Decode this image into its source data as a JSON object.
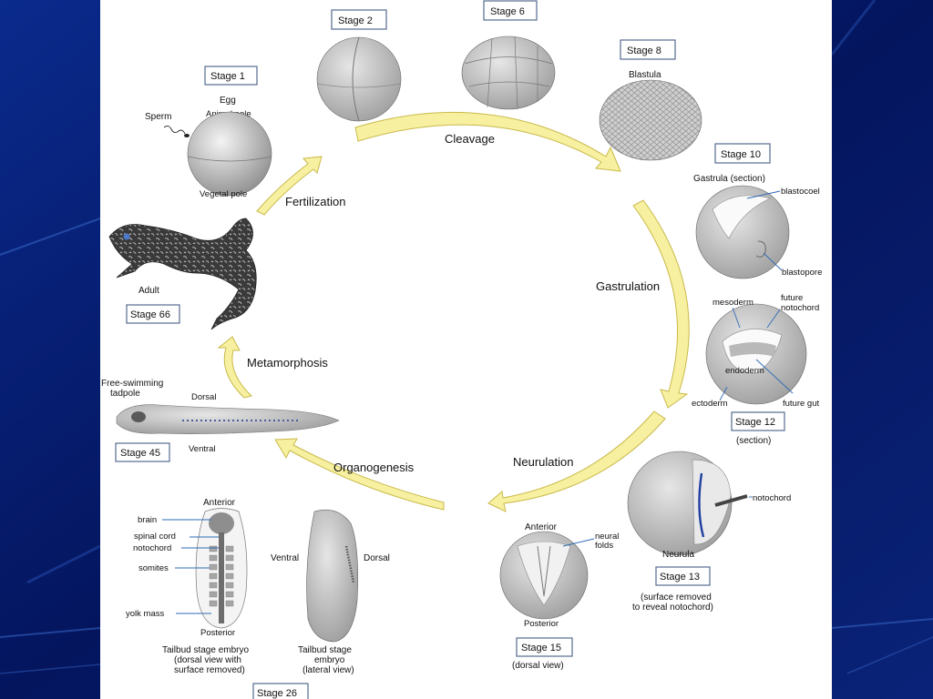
{
  "stages": {
    "s1": "Stage 1",
    "s2": "Stage 2",
    "s6": "Stage 6",
    "s8": "Stage 8",
    "s10": "Stage 10",
    "s12": "Stage 12",
    "s13": "Stage 13",
    "s15": "Stage 15",
    "s26": "Stage 26",
    "s45": "Stage 45",
    "s66": "Stage 66"
  },
  "phases": {
    "cleavage": "Cleavage",
    "gastrulation": "Gastrulation",
    "neurulation": "Neurulation",
    "organogenesis": "Organogenesis",
    "metamorphosis": "Metamorphosis",
    "fertilization": "Fertilization"
  },
  "labels": {
    "egg": "Egg",
    "animal_pole": "Animal pole",
    "sperm": "Sperm",
    "vegetal_pole": "Vegetal pole",
    "blastula": "Blastula",
    "gastrula": "Gastrula (section)",
    "blastocoel": "blastocoel",
    "blastopore": "blastopore",
    "mesoderm": "mesoderm",
    "future_notochord_1": "future",
    "future_notochord_2": "notochord",
    "endoderm": "endoderm",
    "ectoderm": "ectoderm",
    "future_gut": "future gut",
    "section": "(section)",
    "notochord": "notochord",
    "neurula": "Neurula",
    "surface_removed_1": "(surface removed",
    "surface_removed_2": "to reveal notochord)",
    "anterior": "Anterior",
    "neural_folds_1": "neural",
    "neural_folds_2": "folds",
    "posterior": "Posterior",
    "dorsal_view": "(dorsal view)",
    "ventral": "Ventral",
    "dorsal": "Dorsal",
    "tailbud_lat_1": "Tailbud stage",
    "tailbud_lat_2": "embryo",
    "tailbud_lat_3": "(lateral view)",
    "brain": "brain",
    "spinal_cord": "spinal cord",
    "notochord2": "notochord",
    "somites": "somites",
    "yolk_mass": "yolk mass",
    "anterior2": "Anterior",
    "posterior2": "Posterior",
    "tailbud_dor_1": "Tailbud stage embryo",
    "tailbud_dor_2": "(dorsal view with",
    "tailbud_dor_3": "surface removed)",
    "tadpole_1": "Free-swimming",
    "tadpole_2": "tadpole",
    "tadpole_dorsal": "Dorsal",
    "tadpole_ventral": "Ventral",
    "adult": "Adult"
  },
  "colors": {
    "background": "#061a6e",
    "arrow_fill": "#f7f0a0",
    "arrow_stroke": "#c9b94a",
    "label_line": "#2e6bb5"
  }
}
